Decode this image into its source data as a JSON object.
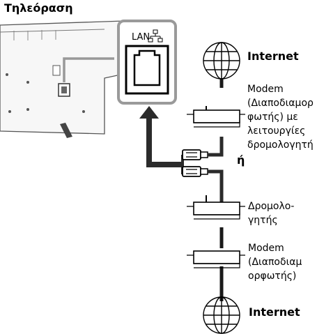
{
  "tv": {
    "title": "Τηλεόραση"
  },
  "lan": {
    "label": "LAN"
  },
  "internet": {
    "top": "Internet",
    "bottom": "Internet"
  },
  "modem_router": {
    "lines": [
      "Modem",
      "(Διαποδιαμορ",
      "φωτής) με",
      "λειτουργίες",
      "δρομολογητή"
    ]
  },
  "or_label": "ή",
  "router": {
    "lines": [
      "Δρομολο-",
      "γητής"
    ]
  },
  "modem": {
    "lines": [
      "Modem",
      "(Διαποδιαμ",
      "ορφωτής)"
    ]
  },
  "colors": {
    "cable": "#2b2b2b",
    "tv_panel": "#f7f7f7",
    "callout": "#999999",
    "line": "#1a1a1a"
  }
}
